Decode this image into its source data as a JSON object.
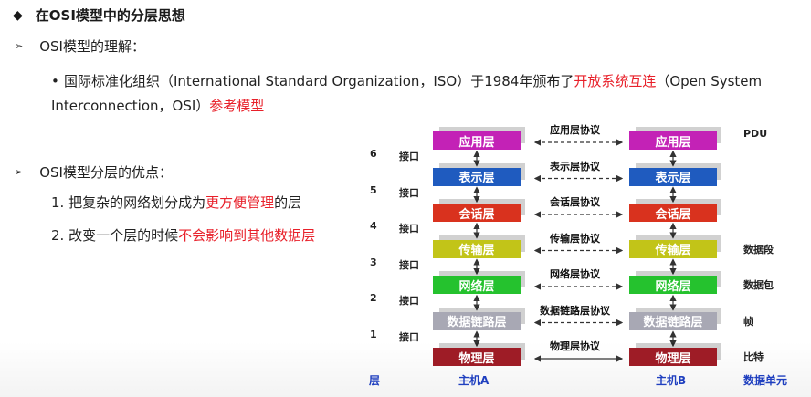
{
  "title": "在OSI模型中的分层思想",
  "section1": {
    "label": "OSI模型的理解：",
    "para_a": "国际标准化组织（International Standard Organization，ISO）于1984年颁布了",
    "para_red1": "开放系统互连",
    "para_b": "（Open System Interconnection，OSI）",
    "para_red2": "参考模型"
  },
  "section2": {
    "label": "OSI模型分层的优点：",
    "item1_a": "1.  把复杂的网络划分成为",
    "item1_red": "更方便管理",
    "item1_b": "的层",
    "item2_a": "2.  改变一个层的时候",
    "item2_red": "不会影响到其他数据层"
  },
  "diagram": {
    "layers": [
      {
        "name": "应用层",
        "protocol": "应用层协议",
        "color": "#c322b6"
      },
      {
        "name": "表示层",
        "protocol": "表示层协议",
        "color": "#1f5bbf"
      },
      {
        "name": "会话层",
        "protocol": "会话层协议",
        "color": "#d9321e"
      },
      {
        "name": "传输层",
        "protocol": "传输层协议",
        "color": "#c2c418"
      },
      {
        "name": "网络层",
        "protocol": "网络层协议",
        "color": "#25c22e"
      },
      {
        "name": "数据链路层",
        "protocol": "数据链路层协议",
        "color": "#a8a8b4"
      },
      {
        "name": "物理层",
        "protocol": "物理层协议",
        "color": "#9e1c26"
      }
    ],
    "interfaces": [
      {
        "num": "6",
        "label": "接口"
      },
      {
        "num": "5",
        "label": "接口"
      },
      {
        "num": "4",
        "label": "接口"
      },
      {
        "num": "3",
        "label": "接口"
      },
      {
        "num": "2",
        "label": "接口"
      },
      {
        "num": "1",
        "label": "接口"
      }
    ],
    "pdus": [
      "PDU",
      "数据段",
      "数据包",
      "帧",
      "比特"
    ],
    "bottom": {
      "layer": "层",
      "hostA": "主机A",
      "hostB": "主机B",
      "unit": "数据单元"
    }
  }
}
